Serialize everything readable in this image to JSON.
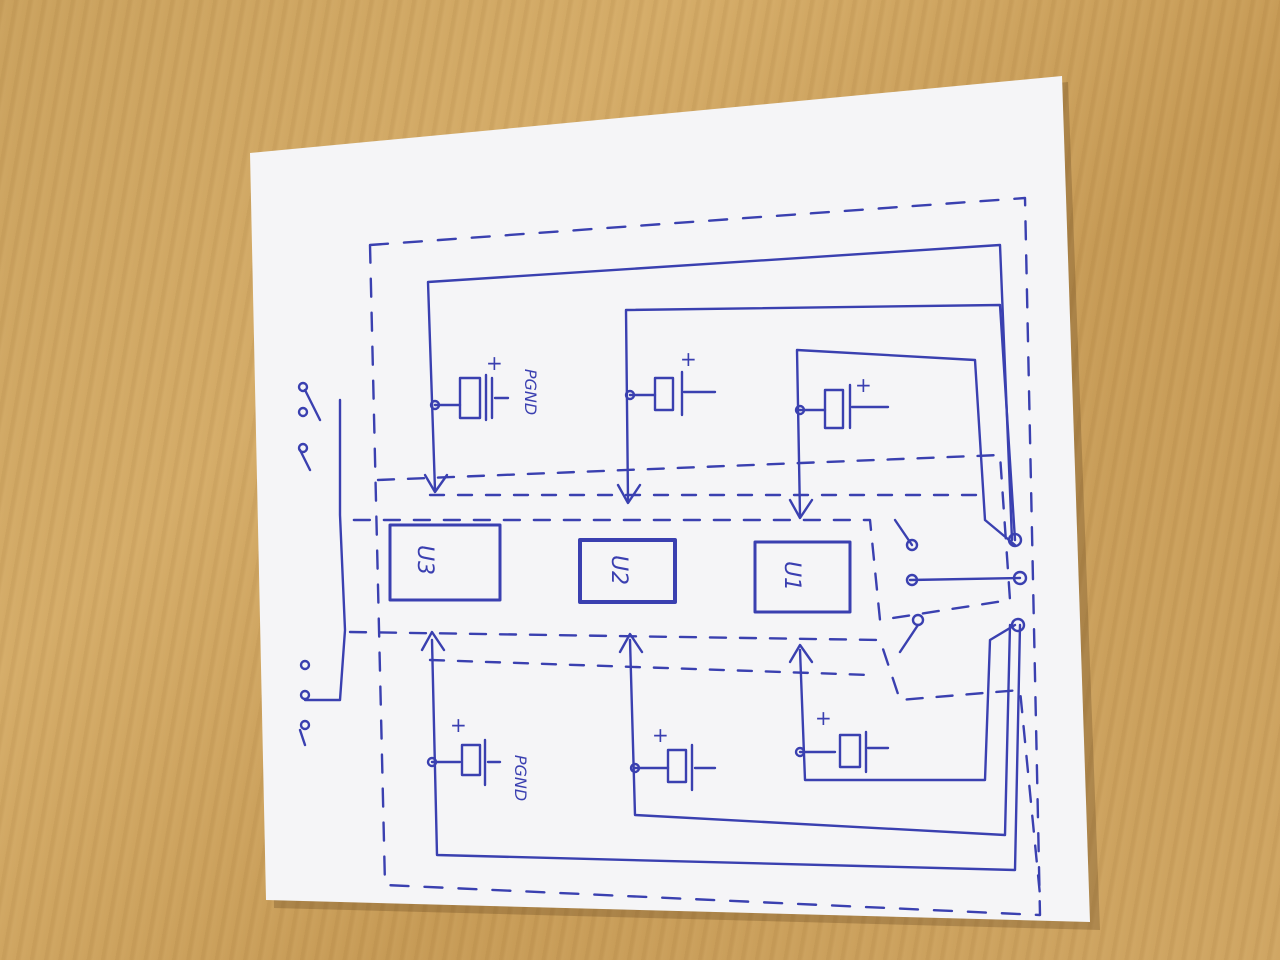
{
  "photo": {
    "subject": "hand-drawn-pcb-layout-sketch",
    "ink_color": "#3a40b0",
    "paper_color": "#f6f6f8",
    "desk_color": "#c9a05c"
  },
  "labels": {
    "u3": "U3",
    "u2": "U2",
    "u1": "U1",
    "pgnd_top": "PGND",
    "pgnd_bottom": "PGND",
    "plus": "+"
  }
}
